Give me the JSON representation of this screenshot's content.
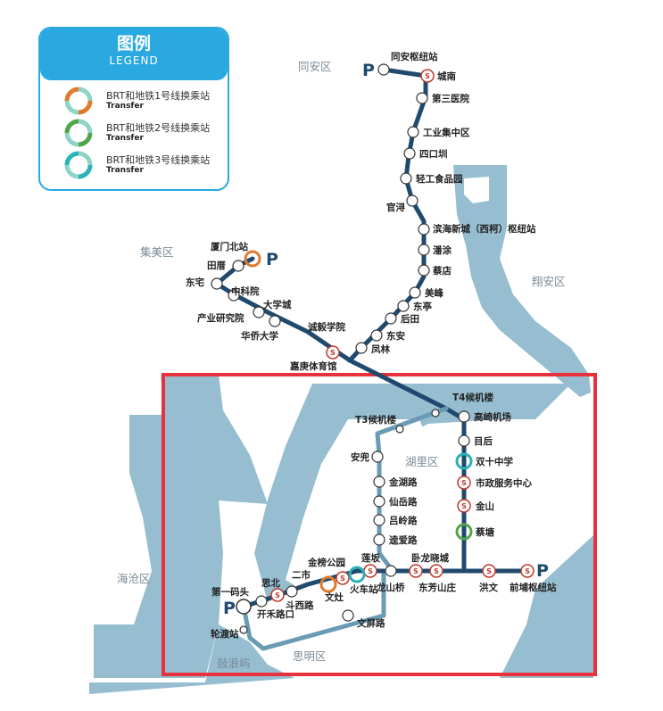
{
  "legend": {
    "title": "图例",
    "subtitle": "LEGEND",
    "items": [
      {
        "label": "BRT和地铁1号线换乘站",
        "en": "Transfer",
        "color": "#e07b2e"
      },
      {
        "label": "BRT和地铁2号线换乘站",
        "en": "Transfer",
        "color": "#4fa64a"
      },
      {
        "label": "BRT和地铁3号线换乘站",
        "en": "Transfer",
        "color": "#2ab3b8"
      }
    ]
  },
  "districts": {
    "tongan": "同安区",
    "jimei": "集美区",
    "xiangan": "翔安区",
    "huli": "湖里区",
    "haicang": "海沧区",
    "siming": "思明区",
    "gulangyu": "鼓浪屿"
  },
  "parking": "P",
  "stations": {
    "tongan_hub": "同安枢纽站",
    "chengnan": "城南",
    "disan_yiyuan": "第三医院",
    "gongye_jizhongqu": "工业集中区",
    "sikouzhen": "四口圳",
    "qinggong_shipinyuan": "轻工食品园",
    "guanxun": "官浔",
    "binhai_xincheng": "滨海新城（西柯）枢纽站",
    "pantu": "潘涂",
    "caidian": "蔡店",
    "meifeng": "美峰",
    "dongting": "东亭",
    "houtian": "后田",
    "dongan": "东安",
    "fenglin": "凤林",
    "xiamen_north": "厦门北站",
    "tiancuo": "田厝",
    "dongzhai": "东宅",
    "zhongkeyuan": "中科院",
    "daxuecheng": "大学城",
    "chanye_yanjiuyuan": "产业研究院",
    "huaqiao_daxue": "华侨大学",
    "chengyi_xueyuan": "诚毅学院",
    "jiageng_tiyuguan": "嘉庚体育馆",
    "t4": "T4候机楼",
    "gaoqi_jichang": "高崎机场",
    "muhou": "目后",
    "shuangshi_zhongxue": "双十中学",
    "shizheng_fuwu": "市政服务中心",
    "jinshan": "金山",
    "caitang": "蔡塘",
    "t3": "T3候机楼",
    "andou": "安兜",
    "jinhu_lu": "金湖路",
    "xianyue_lu": "仙岳路",
    "lvling_lu": "吕岭路",
    "kuiai_lu": "逵爱路",
    "lianban": "莲坂",
    "longshan_qiao": "龙山桥",
    "wolong_xiaocheng": "卧龙晓城",
    "dongfang_shanzhuang": "东芳山庄",
    "hongwen": "洪文",
    "qianpu_hub": "前埔枢纽站",
    "jinbang_gongyuan": "金榜公园",
    "huoche_zhan": "火车站",
    "wenzao": "文灶",
    "ershi": "二市",
    "doxi_lu": "斗西路",
    "enbei": "思北",
    "kaihe_lukou": "开禾路口",
    "diyi_matou": "第一码头",
    "lundu_zhan": "轮渡站",
    "wenping_lu": "文屏路"
  },
  "highlight_color": "#e8313a",
  "line_color": "#1f4a6e",
  "branch_color": "#6a9bb4",
  "water_color": "#96bdd0"
}
